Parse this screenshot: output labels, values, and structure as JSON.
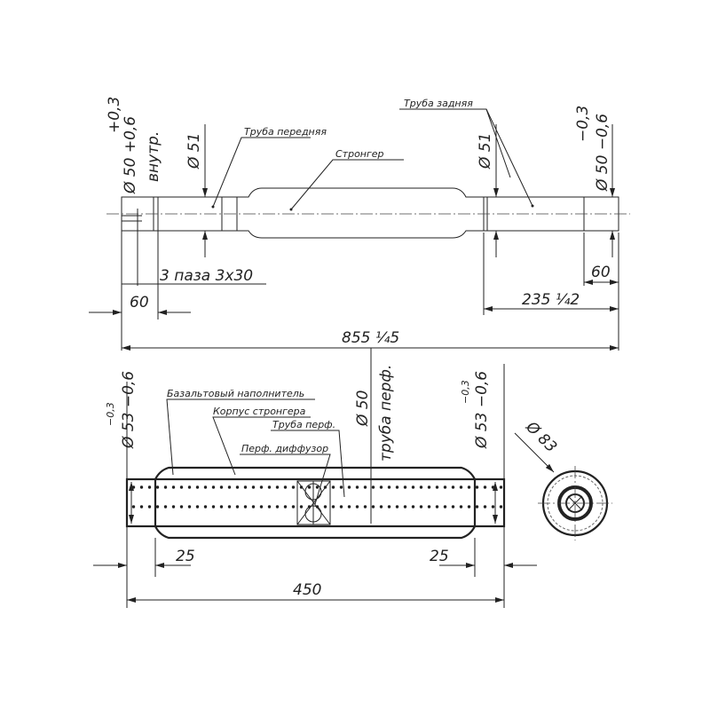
{
  "top_view": {
    "inner_dia_tol_upper": "+0,3",
    "inner_dia": "Ø 50 +0,6",
    "inner_note": "внутр.",
    "front_pipe_dia": "Ø 51",
    "front_pipe_label": "Труба передняя",
    "stronger_label": "Стронгер",
    "rear_pipe_label": "Труба задняя",
    "rear_pipe_dia": "Ø 51",
    "outer_dia_tol_upper": "−0,3",
    "outer_dia": "Ø 50 −0,6",
    "slots_note": "3 паза 3x30",
    "left_len": "60",
    "right_len": "60",
    "rear_len": "235 ¼2",
    "total_len": "855 ¼5"
  },
  "section_view": {
    "left_tol_upper": "−0,3",
    "left_dia": "Ø 53 −0,6",
    "basalt_label": "Базальтовый наполнитель",
    "body_label": "Корпус стронгера",
    "perf_pipe_label": "Труба перф.",
    "diffuser_label": "Перф. диффузор",
    "perf_dia": "Ø 50",
    "perf_dia_note": "труба перф.",
    "right_tol_upper": "−0,3",
    "right_dia": "Ø 53 −0,6",
    "left_len": "25",
    "right_len": "25",
    "total_len": "450"
  },
  "end_view": {
    "outer_dia": "Ø 83"
  }
}
